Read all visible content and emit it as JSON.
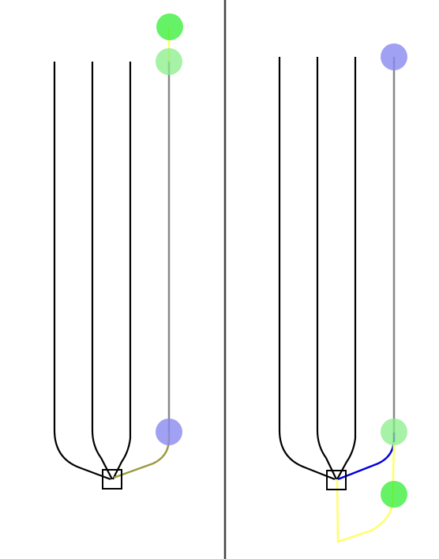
{
  "colors": {
    "background": "#ffffff",
    "divider": "#444444",
    "wire": "#000000",
    "trunk": "#888888",
    "node_green": "#33ee33",
    "node_light_green": "#88ee88",
    "node_blue": "#8a8af0",
    "path_yellow": "#ffff66",
    "path_olive": "#9a9a40",
    "path_blue": "#0000dd",
    "junction": "#000000"
  },
  "panels": [
    {
      "name": "left-panel",
      "node_states": [
        "green",
        "light-green",
        "blue"
      ]
    },
    {
      "name": "right-panel",
      "node_states": [
        "blue",
        "light-green",
        "green"
      ]
    }
  ]
}
